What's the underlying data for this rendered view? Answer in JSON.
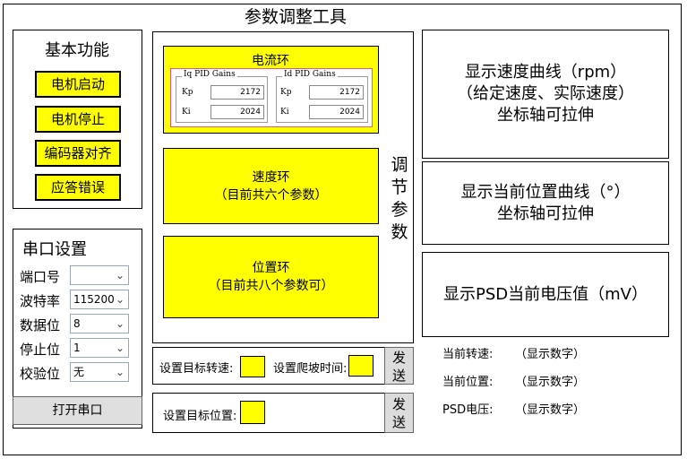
{
  "title": "参数调整工具",
  "basic": {
    "heading": "基本功能",
    "buttons": [
      "电机启动",
      "电机停止",
      "编码器对齐",
      "应答错误"
    ]
  },
  "serial": {
    "heading": "串口设置",
    "rows": [
      {
        "label": "端口号",
        "value": ""
      },
      {
        "label": "波特率",
        "value": "115200"
      },
      {
        "label": "数据位",
        "value": "8"
      },
      {
        "label": "停止位",
        "value": "1"
      },
      {
        "label": "校验位",
        "value": "无"
      }
    ],
    "open_button": "打开串口"
  },
  "loops": {
    "current": {
      "title": "电流环",
      "iq_group": "Iq PID Gains",
      "id_group": "Id PID Gains",
      "kp_label": "Kp",
      "ki_label": "Ki",
      "iq_kp": "2172",
      "iq_ki": "2024",
      "id_kp": "2172",
      "id_ki": "2024"
    },
    "speed": {
      "line1": "速度环",
      "line2": "（目前共六个参数）"
    },
    "position": {
      "line1": "位置环",
      "line2": "（目前共八个参数可）"
    },
    "side_label": [
      "调",
      "节",
      "参",
      "数"
    ]
  },
  "set_speed": {
    "label1": "设置目标转速:",
    "label2": "设置爬坡时间:",
    "send": [
      "发",
      "送"
    ]
  },
  "set_position": {
    "label": "设置目标位置:",
    "send": [
      "发",
      "送"
    ]
  },
  "displays": {
    "speed_curve": [
      "显示速度曲线（rpm）",
      "（给定速度、实际速度）",
      "坐标轴可拉伸"
    ],
    "position_curve": [
      "显示当前位置曲线（°）",
      "坐标轴可拉伸"
    ],
    "psd_voltage": [
      "显示PSD当前电压值（mV）"
    ]
  },
  "status": [
    {
      "label": "当前转速:",
      "value": "（显示数字）"
    },
    {
      "label": "当前位置:",
      "value": "（显示数字）"
    },
    {
      "label": "PSD电压:",
      "value": "（显示数字）"
    }
  ]
}
